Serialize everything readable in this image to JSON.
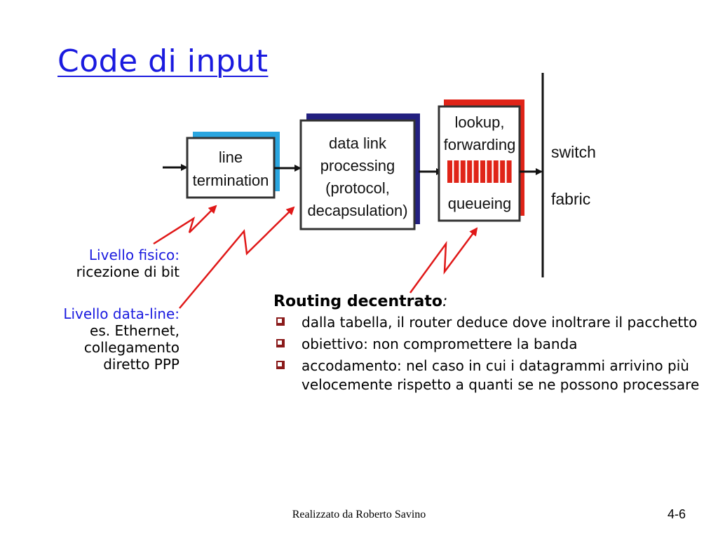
{
  "slide": {
    "title": "Code di input",
    "footer": "Realizzato da Roberto Savino",
    "page_number": "4-6"
  },
  "diagram": {
    "box1": [
      "line",
      "termination"
    ],
    "box2": [
      "data link",
      "processing",
      "(protocol,",
      "decapsulation)"
    ],
    "box3_top": [
      "lookup,",
      "forwarding"
    ],
    "box3_bottom": "queueing",
    "switch_fabric": [
      "switch",
      "fabric"
    ],
    "colors": {
      "box1_shadow": "#2aa6e0",
      "box2_shadow": "#232080",
      "box3_shadow": "#e02418",
      "queue_cells": "#e02418",
      "callout_lines": "#e01818"
    }
  },
  "notes": [
    {
      "head": "Livello fisico:",
      "lines": [
        "ricezione di bit"
      ]
    },
    {
      "head": "Livello data-line:",
      "lines": [
        "es. Ethernet,",
        "collegamento",
        "diretto PPP"
      ]
    }
  ],
  "routing": {
    "title": "Routing decentrato",
    "title_suffix": ":",
    "bullets": [
      "dalla tabella, il router deduce dove inoltrare il pacchetto",
      "obiettivo: non compromettere la banda",
      "accodamento: nel caso in cui i datagrammi arrivino più velocemente rispetto a quanti se ne possono processare"
    ]
  }
}
